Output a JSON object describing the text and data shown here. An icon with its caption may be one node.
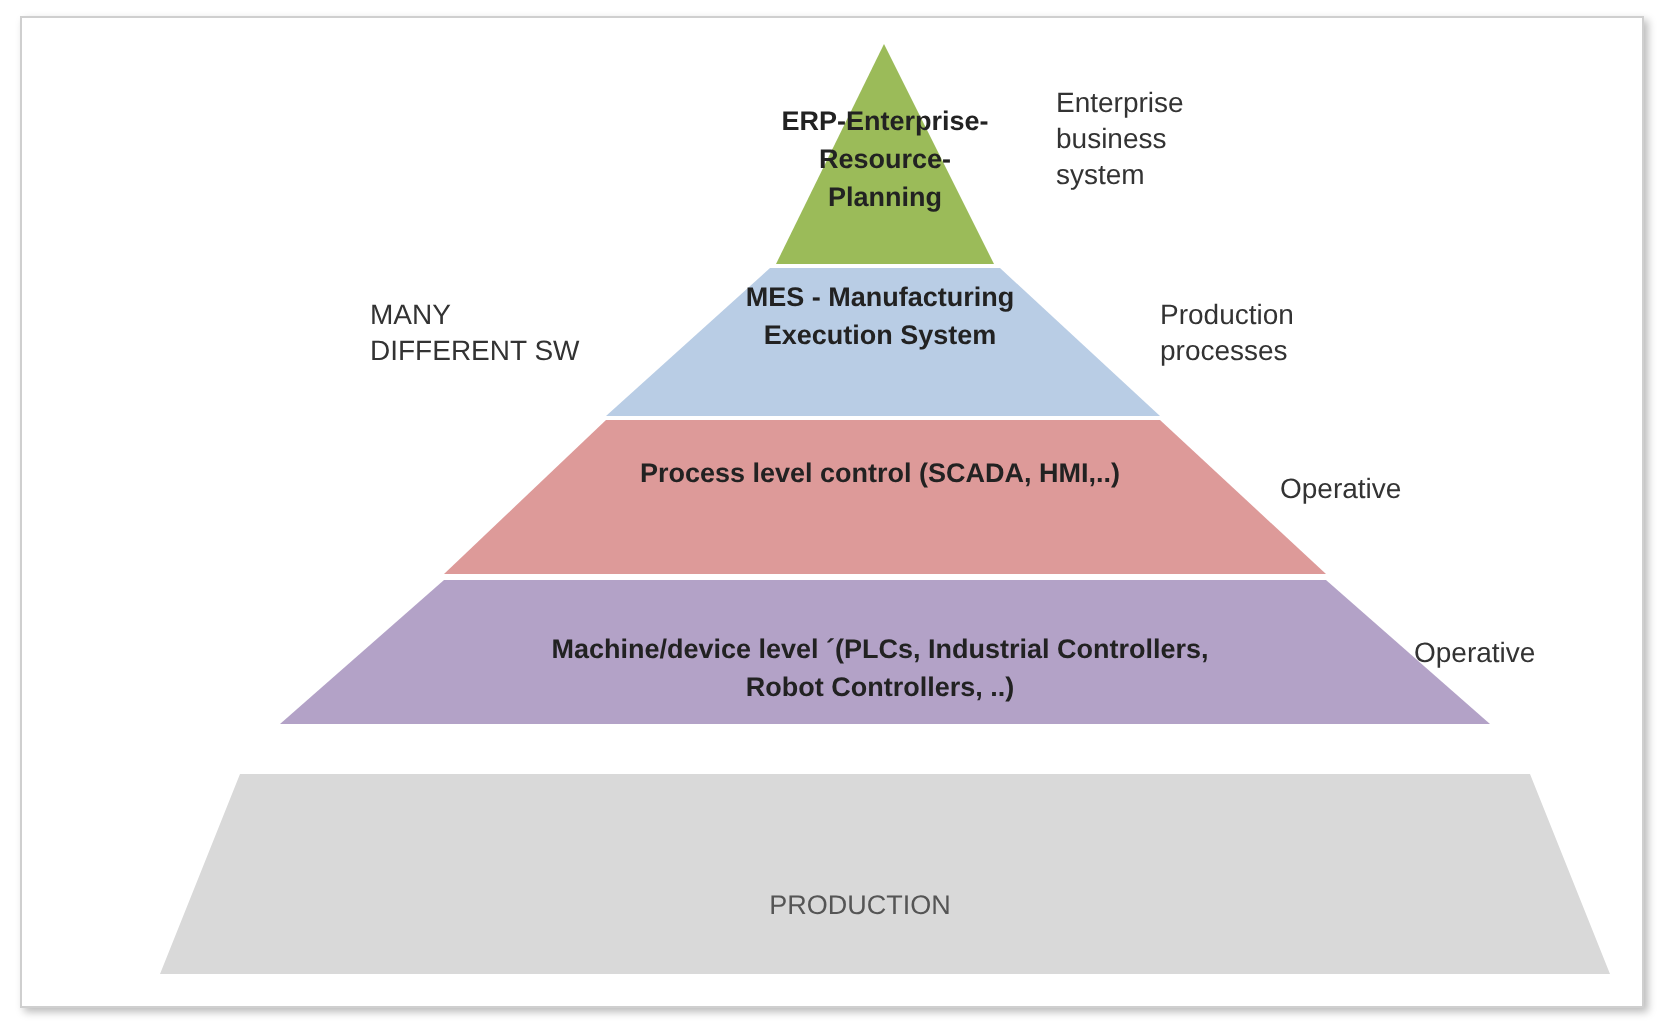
{
  "diagram": {
    "nodes": [
      {
        "text": [
          "ERP-Enterprise-Resource-Planning"
        ],
        "beside": [
          "Enterprise business system"
        ]
      },
      {
        "text": [
          "MES - Manufacturing Execution System"
        ],
        "beside": [
          "Production processes"
        ]
      },
      {
        "text": [
          "Process level control (SCADA, HMI,..)"
        ],
        "beside": [
          "Operative"
        ]
      },
      {
        "text": [
          "Machine/device level ´(PLCs, Industrial Controllers, Robot Controllers, ..)"
        ],
        "beside": [
          "Operative"
        ]
      },
      {
        "text": [
          "PRODUCTION"
        ]
      }
    ],
    "labels": [
      "MANY DIFFERENT SW"
    ]
  }
}
